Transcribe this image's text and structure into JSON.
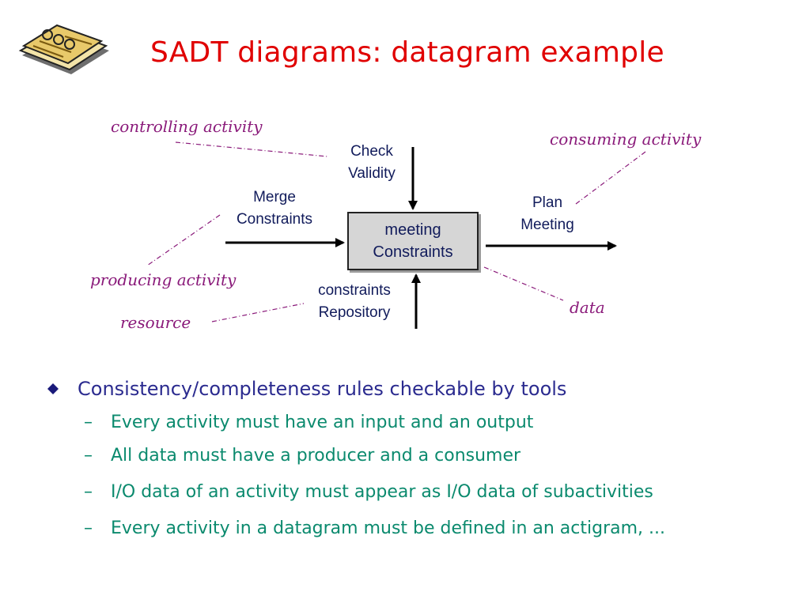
{
  "title": "SADT diagrams:  datagram example",
  "diagram": {
    "box_line1": "meeting",
    "box_line2": "Constraints",
    "control_line1": "Check",
    "control_line2": "Validity",
    "input_line1": "Merge",
    "input_line2": "Constraints",
    "output_line1": "Plan",
    "output_line2": "Meeting",
    "mechanism_line1": "constraints",
    "mechanism_line2": "Repository",
    "notes": {
      "controlling": "controlling activity",
      "consuming": "consuming activity",
      "producing": "producing activity",
      "resource": "resource",
      "data": "data"
    },
    "colors": {
      "label": "#111b5b",
      "note": "#8a1a7a",
      "title": "#e00000"
    }
  },
  "bullets": {
    "main": "Consistency/completeness rules checkable by tools",
    "dash": "–",
    "items": [
      "Every activity must have an input and an output",
      "All data must have a producer and a consumer",
      "I/O data of an activity must appear as I/O data of subactivities",
      "Every activity in a datagram must be defined in an actigram, ..."
    ]
  },
  "icons": {
    "logo": "notebook-icon",
    "bullet": "diamond-bullet-icon"
  }
}
